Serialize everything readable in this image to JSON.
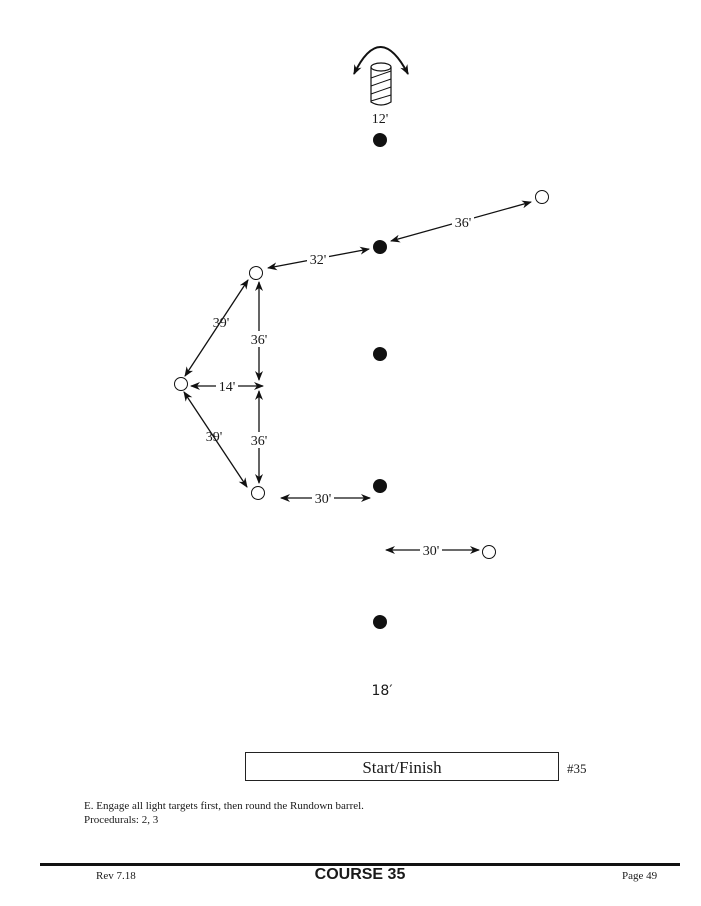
{
  "diagram": {
    "distances": {
      "barrel": "12'",
      "upper_right": "36'",
      "upper_left": "32'",
      "diag_upper": "39'",
      "vert_upper": "36'",
      "horizontal_left": "14'",
      "diag_lower": "39'",
      "vert_lower": "36'",
      "lower_left": "30'",
      "lower_right": "30'",
      "bottom": "18′"
    },
    "start_finish": "Start/Finish",
    "course_number": "#35"
  },
  "notes": {
    "instruction": "E. Engage all light targets first, then round the Rundown barrel.",
    "procedurals": "Procedurals:  2, 3"
  },
  "footer": {
    "revision": "Rev 7.18",
    "title": "COURSE 35",
    "page": "Page 49"
  }
}
